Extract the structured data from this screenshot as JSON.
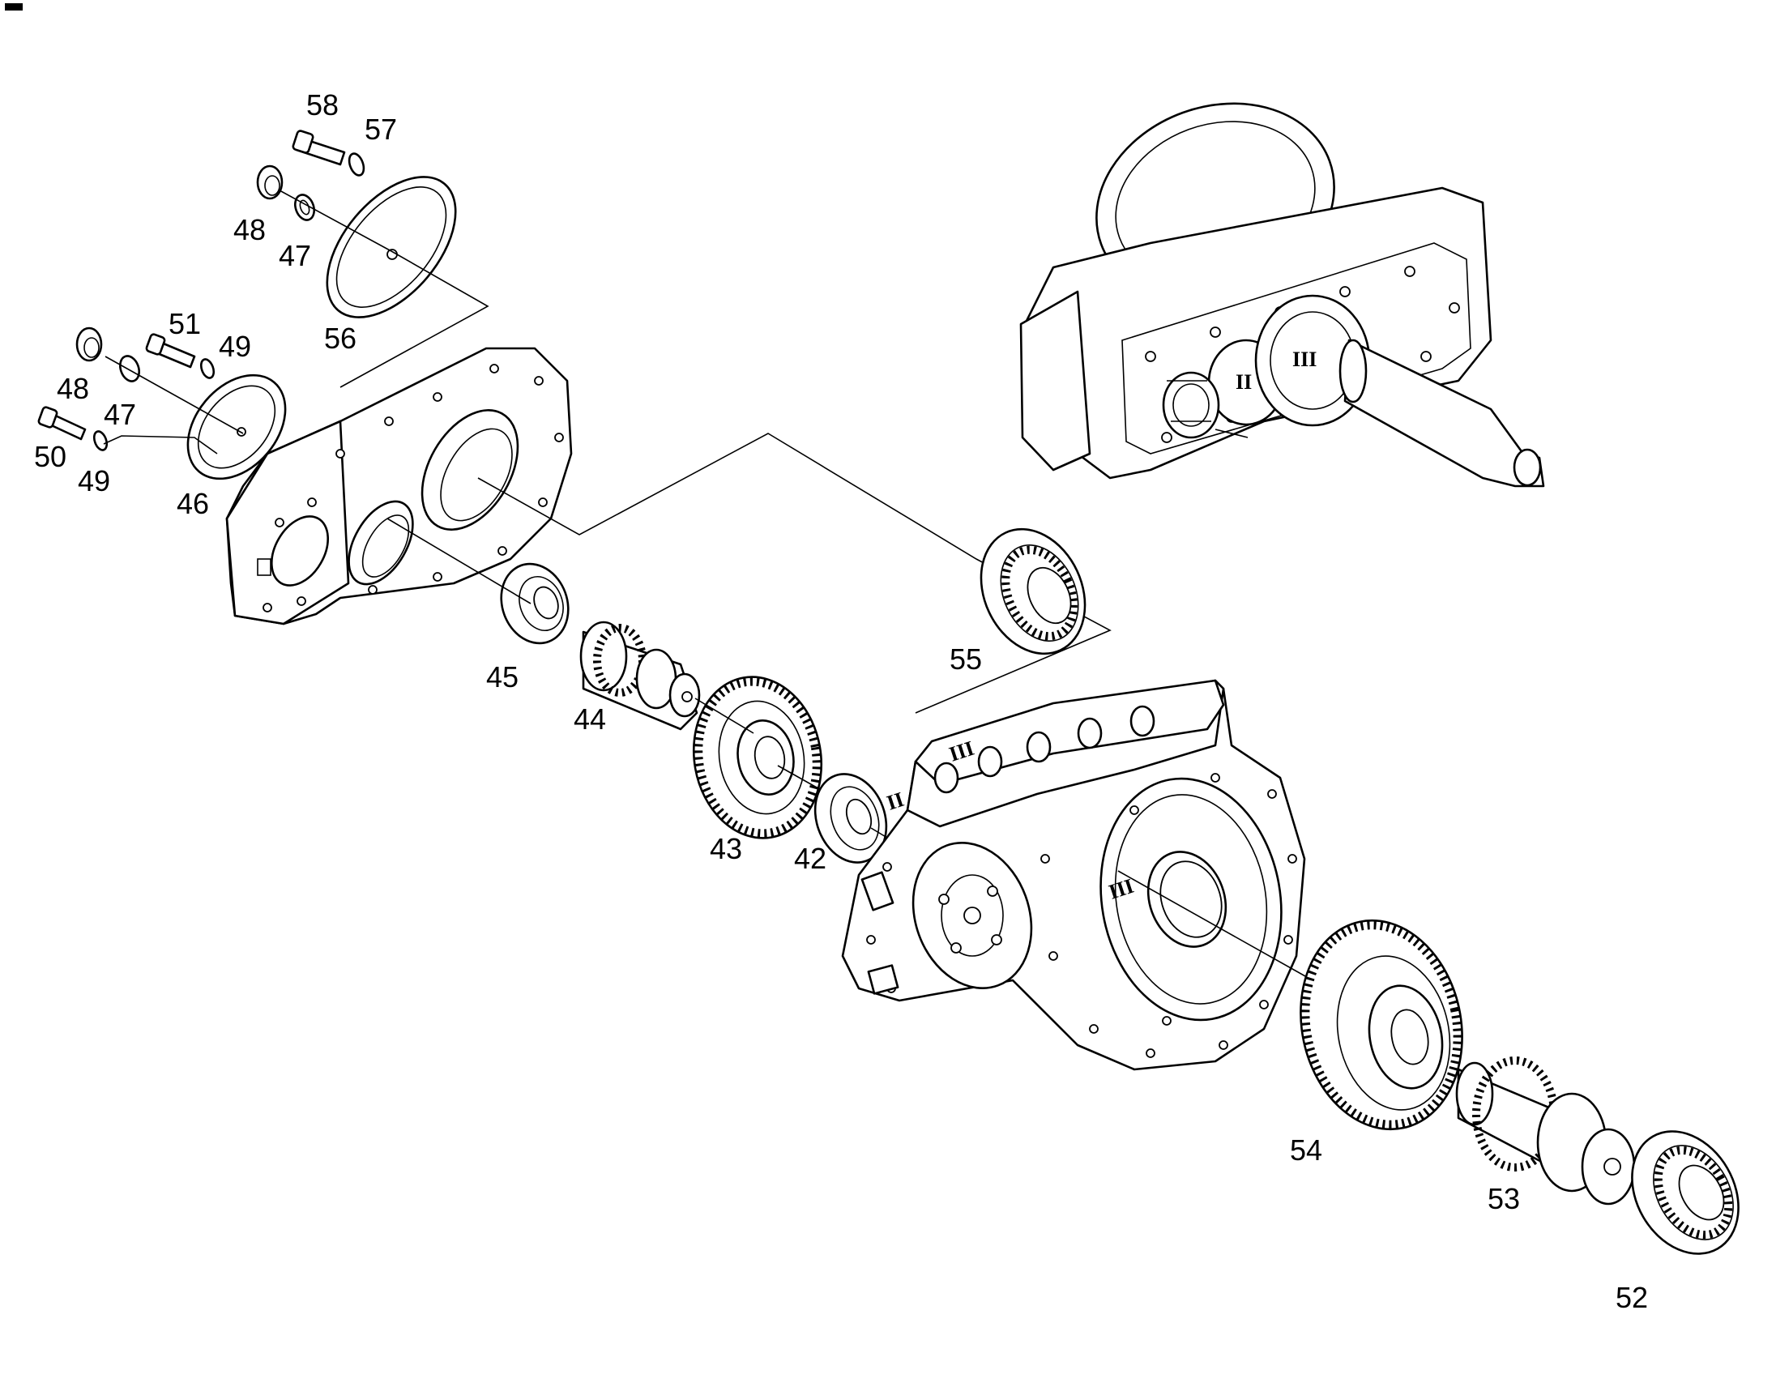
{
  "diagram": {
    "part_labels": {
      "p58": "58",
      "p57": "57",
      "p48a": "48",
      "p47a": "47",
      "p56": "56",
      "p51": "51",
      "p49a": "49",
      "p48b": "48",
      "p47b": "47",
      "p50": "50",
      "p49b": "49",
      "p46": "46",
      "p45": "45",
      "p44": "44",
      "p55": "55",
      "p43": "43",
      "p42": "42",
      "p54": "54",
      "p53": "53",
      "p52": "52"
    },
    "roman_marks": {
      "inset_ii": "II",
      "inset_iii": "III",
      "case_iii_top": "III",
      "case_ii": "II",
      "case_iii_mid": "III"
    }
  }
}
